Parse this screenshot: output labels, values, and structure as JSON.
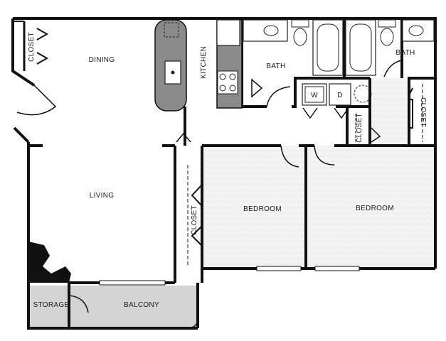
{
  "floorplan": {
    "rooms": {
      "dining": "DINING",
      "living": "LIVING",
      "kitchen": "KITCHEN",
      "bath_1": "BATH",
      "bath_2": "BATH",
      "bedroom_1": "BEDROOM",
      "bedroom_2": "BEDROOM",
      "closet_entry": "CLOSET",
      "closet_bedroom_1": "CLOSET",
      "closet_hall": "CLOSET",
      "closet_bedroom_2": "CLOSET",
      "storage": "STORAGE",
      "balcony": "BALCONY"
    },
    "appliances": {
      "washer": "W",
      "dryer": "D"
    },
    "colors": {
      "wall": "#111111",
      "kitchen_island": "#8a8a8a",
      "balcony_floor": "#d4d4d4",
      "bedroom_carpet": "#f5f5f5"
    }
  }
}
